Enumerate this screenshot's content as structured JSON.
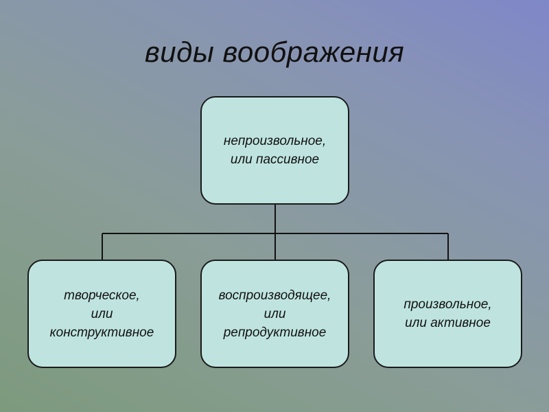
{
  "title": "виды воображения",
  "root": {
    "text": "непроизвольное,\n или пассивное"
  },
  "children": [
    {
      "text": "творческое,\nили\nконструктивное"
    },
    {
      "text": "воспроизводящее,\nили\nрепродуктивное"
    },
    {
      "text": "произвольное,\nили активное"
    }
  ],
  "colors": {
    "box_fill": "#bfe4e0",
    "box_border": "#1a1a1a",
    "connector": "#111111"
  }
}
